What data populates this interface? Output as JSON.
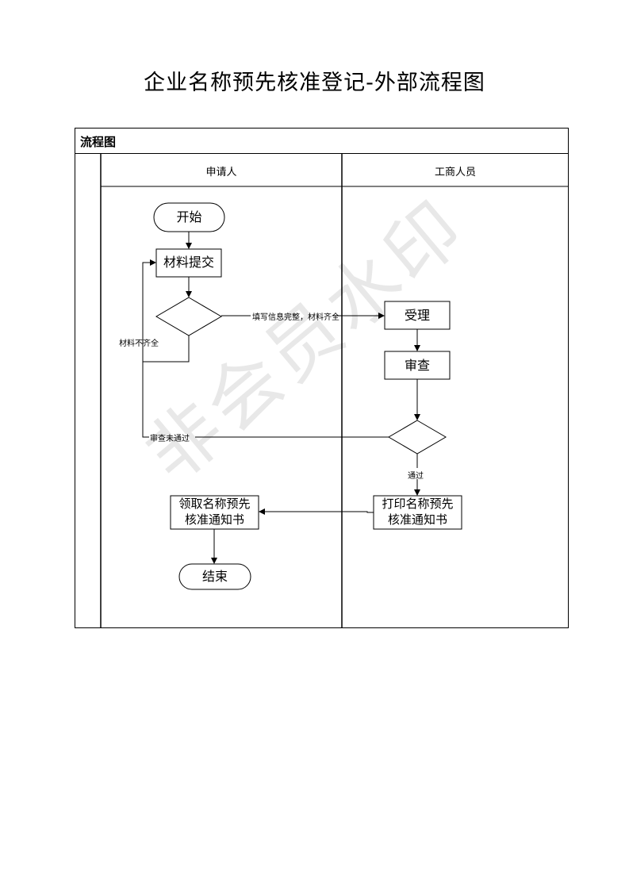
{
  "document": {
    "title": "企业名称预先核准登记-外部流程图",
    "watermark": "非会员水印"
  },
  "diagram": {
    "header": "流程图",
    "lanes": [
      "申请人",
      "工商人员"
    ],
    "nodes": {
      "start": "开始",
      "submit": "材料提交",
      "accept": "受理",
      "review": "审查",
      "print_notice": [
        "打印名称预先",
        "核准通知书"
      ],
      "collect_notice": [
        "领取名称预先",
        "核准通知书"
      ],
      "end": "结束"
    },
    "edges": {
      "complete": "填写信息完整，材料齐全",
      "incomplete": "材料不齐全",
      "review_failed": "审查未通过",
      "passed": "通过"
    }
  }
}
